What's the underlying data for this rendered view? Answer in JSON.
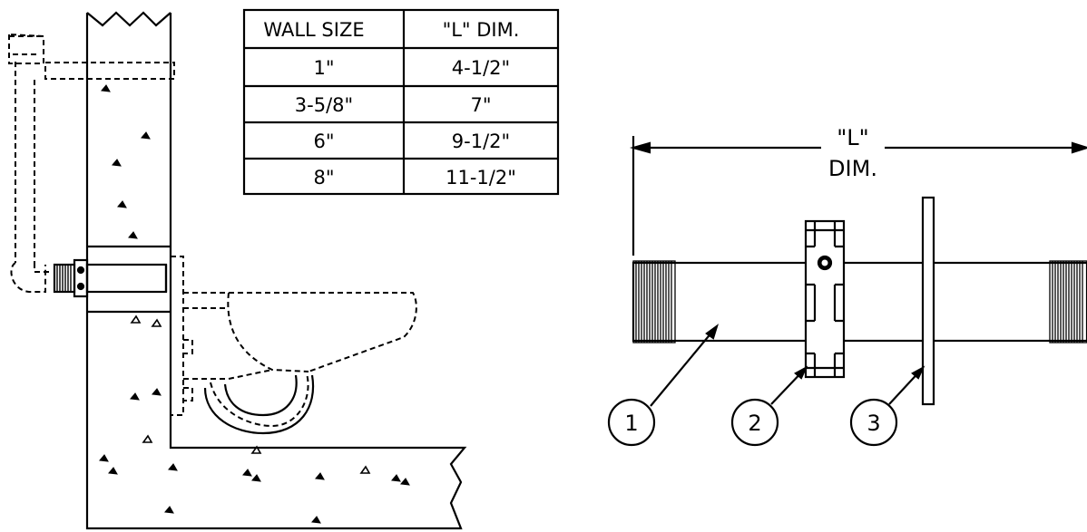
{
  "table": {
    "headers": [
      "WALL SIZE",
      "\"L\" DIM."
    ],
    "rows": [
      [
        "1\"",
        "4-1/2\""
      ],
      [
        "3-5/8\"",
        "7\""
      ],
      [
        "6\"",
        "9-1/2\""
      ],
      [
        "8\"",
        "11-1/2\""
      ]
    ]
  },
  "dimension": {
    "label_line1": "\"L\"",
    "label_line2": "DIM."
  },
  "callouts": [
    "1",
    "2",
    "3"
  ],
  "colors": {
    "line": "#000000",
    "background": "#ffffff"
  }
}
